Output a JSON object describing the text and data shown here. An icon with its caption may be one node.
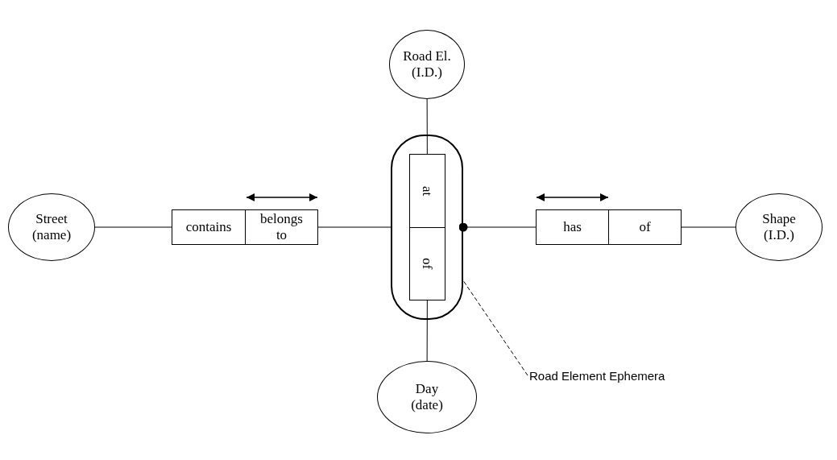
{
  "diagram": {
    "nodes": [
      {
        "text": [
          "Road El. (I.D.)"
        ]
      },
      {
        "text": [
          "Street (name)"
        ]
      },
      {
        "text": [
          "contains"
        ]
      },
      {
        "text": [
          "belongs to"
        ]
      },
      {
        "text": [],
        "shape": "box"
      },
      {
        "text": [
          "at"
        ],
        "in": 4
      },
      {
        "text": [
          "of"
        ],
        "in": 4
      },
      {
        "text": [
          "has"
        ]
      },
      {
        "text": [
          "of"
        ]
      },
      {
        "text": [
          "Shape (I.D.)"
        ]
      },
      {
        "text": [
          "Road Element Ephemera"
        ]
      },
      {
        "text": [
          "Day (date)"
        ]
      }
    ],
    "edges": [
      {
        "from": 1,
        "to": 2,
        "arrow": "none"
      },
      {
        "from": 3,
        "to": 4,
        "arrow": "none"
      },
      {
        "from": 0,
        "to": 5,
        "arrow": "none"
      },
      {
        "from": 4,
        "to": 7,
        "arrow": "other"
      },
      {
        "from": 8,
        "to": 9,
        "arrow": "none"
      },
      {
        "from": 6,
        "to": 11,
        "arrow": "none"
      },
      {
        "from": 10,
        "to": 4,
        "arrow": "none",
        "style": "dashed"
      }
    ]
  }
}
